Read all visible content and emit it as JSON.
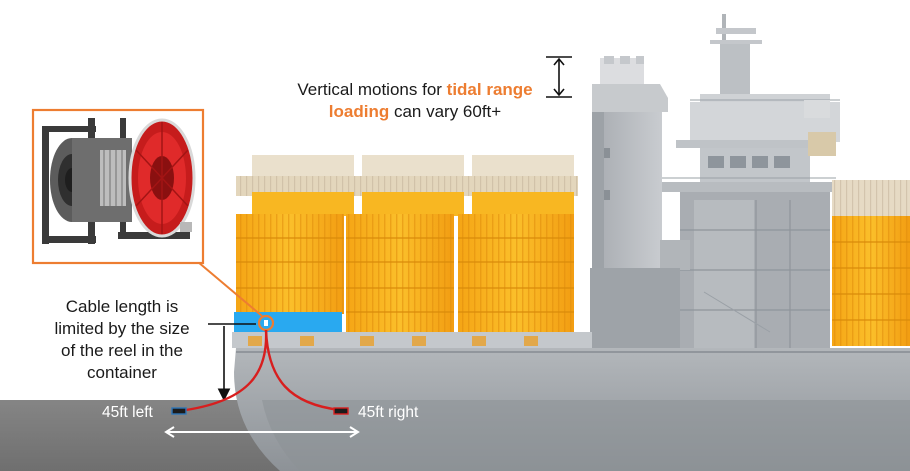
{
  "headline": {
    "line1_prefix": "Vertical motions for ",
    "line1_highlight": "tidal range",
    "line2_highlight": "loading",
    "line2_suffix": " can vary 60ft+"
  },
  "cable_note": {
    "line1": "Cable length is",
    "line2": "limited by the size",
    "line3": "of the reel in the",
    "line4": "container"
  },
  "distances": {
    "left_label": "45ft left",
    "right_label": "45ft right"
  },
  "colors": {
    "accent": "#ed7d31",
    "container_orange": "#f7b21a",
    "reel_container_blue": "#29a9f0",
    "cable_red": "#d81e1e",
    "water_gray": "#7f7f7f",
    "hull_gray": "#9ea3a8"
  }
}
